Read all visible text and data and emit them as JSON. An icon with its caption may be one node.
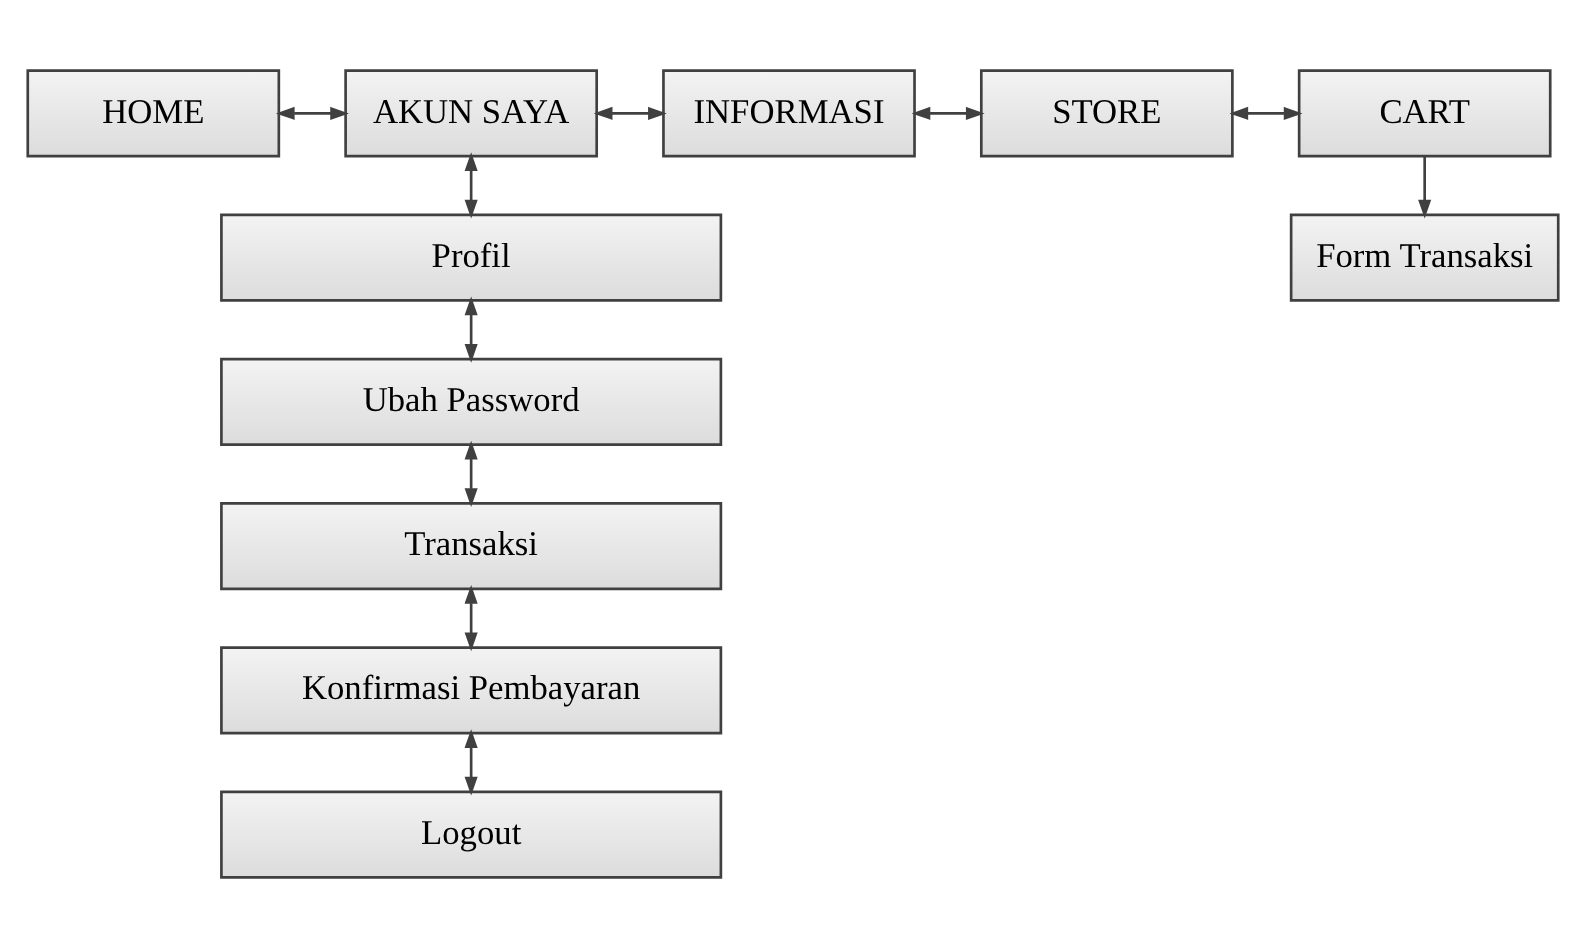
{
  "diagram": {
    "nodes": [
      {
        "text": [
          "HOME"
        ]
      },
      {
        "text": [
          "AKUN SAYA"
        ]
      },
      {
        "text": [
          "INFORMASI"
        ]
      },
      {
        "text": [
          "STORE"
        ]
      },
      {
        "text": [
          "CART"
        ]
      },
      {
        "text": [
          "Profil"
        ]
      },
      {
        "text": [
          "Ubah Password"
        ]
      },
      {
        "text": [
          "Transaksi"
        ]
      },
      {
        "text": [
          "Konfirmasi Pembayaran"
        ]
      },
      {
        "text": [
          "Logout"
        ]
      },
      {
        "text": [
          "Form Transaksi"
        ]
      }
    ],
    "edges": [
      {
        "from": 0,
        "to": 1,
        "arrow": "both"
      },
      {
        "from": 1,
        "to": 2,
        "arrow": "both"
      },
      {
        "from": 2,
        "to": 3,
        "arrow": "both"
      },
      {
        "from": 3,
        "to": 4,
        "arrow": "both"
      },
      {
        "from": 4,
        "to": 10,
        "arrow": "to"
      },
      {
        "from": 1,
        "to": 5,
        "arrow": "both"
      },
      {
        "from": 5,
        "to": 6,
        "arrow": "both"
      },
      {
        "from": 6,
        "to": 7,
        "arrow": "both"
      },
      {
        "from": 7,
        "to": 8,
        "arrow": "both"
      },
      {
        "from": 8,
        "to": 9,
        "arrow": "both"
      }
    ]
  }
}
